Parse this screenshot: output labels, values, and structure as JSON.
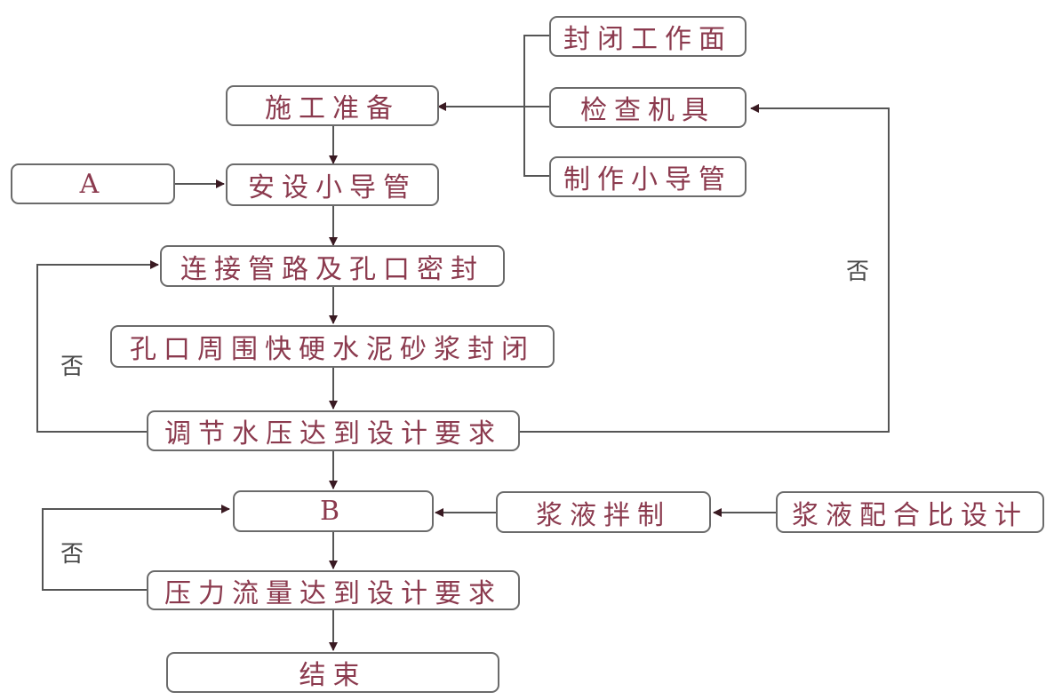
{
  "nodes": {
    "seal_face": "封闭工作面",
    "check_tools": "检查机具",
    "make_pipe": "制作小导管",
    "prep": "施工准备",
    "A": "A",
    "install_pipe": "安设小导管",
    "connect": "连接管路及孔口密封",
    "mortar_seal": "孔口周围快硬水泥砂浆封闭",
    "adjust_pressure": "调节水压达到设计要求",
    "B": "B",
    "grout_mix": "浆液拌制",
    "mix_design": "浆液配合比设计",
    "pressure_flow": "压力流量达到设计要求",
    "end": "结束"
  },
  "labels": {
    "no_right": "否",
    "no_left_1": "否",
    "no_left_2": "否"
  },
  "colors": {
    "text": "#8b3a4e",
    "border": "#6b6b6b",
    "line": "#555555",
    "arrow": "#3a1a22"
  }
}
